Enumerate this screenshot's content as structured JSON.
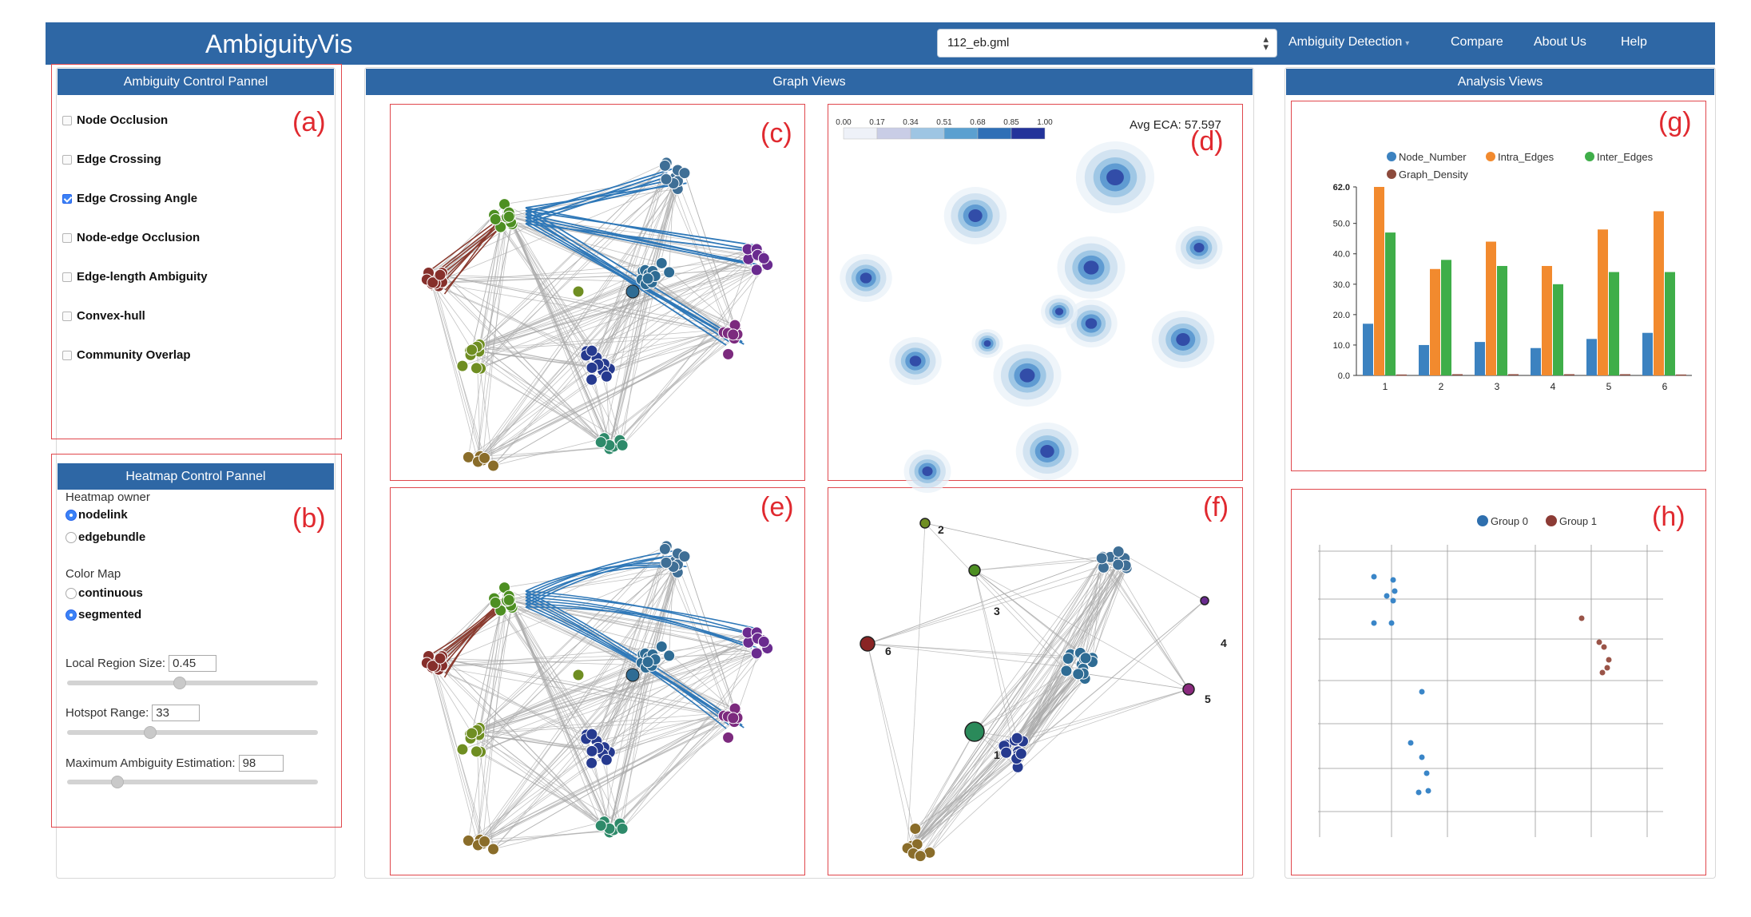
{
  "navbar": {
    "brand": "AmbiguityVis",
    "file_select": {
      "value": "112_eb.gml"
    },
    "menu": [
      {
        "label": "Ambiguity Detection",
        "has_dropdown": true
      },
      {
        "label": "Compare"
      },
      {
        "label": "About Us"
      },
      {
        "label": "Help"
      }
    ]
  },
  "ambiguity_panel": {
    "title": "Ambiguity Control Pannel",
    "tag": "(a)",
    "options": [
      {
        "label": "Node Occlusion",
        "checked": false
      },
      {
        "label": "Edge Crossing",
        "checked": false
      },
      {
        "label": "Edge Crossing Angle",
        "checked": true
      },
      {
        "label": "Node-edge Occlusion",
        "checked": false
      },
      {
        "label": "Edge-length Ambiguity",
        "checked": false
      },
      {
        "label": "Convex-hull",
        "checked": false
      },
      {
        "label": "Community Overlap",
        "checked": false
      }
    ]
  },
  "heatmap_panel": {
    "title": "Heatmap Control Pannel",
    "tag": "(b)",
    "owner_label": "Heatmap owner",
    "owner_options": [
      {
        "label": "nodelink",
        "selected": true
      },
      {
        "label": "edgebundle",
        "selected": false
      }
    ],
    "colormap_label": "Color Map",
    "colormap_options": [
      {
        "label": "continuous",
        "selected": false
      },
      {
        "label": "segmented",
        "selected": true
      }
    ],
    "local_region": {
      "label": "Local Region Size:",
      "value": "0.45",
      "slider": 0.45
    },
    "hotspot": {
      "label": "Hotspot Range:",
      "value": "33",
      "slider": 0.33
    },
    "max_ambiguity": {
      "label": "Maximum Ambiguity Estimation:",
      "value": "98",
      "slider": 0.2
    }
  },
  "graph_views": {
    "title": "Graph Views",
    "tags": {
      "c": "(c)",
      "d": "(d)",
      "e": "(e)",
      "f": "(f)"
    },
    "heatmap": {
      "avg_label": "Avg ECA: 57.597",
      "legend_ticks": [
        "0.00",
        "0.17",
        "0.34",
        "0.51",
        "0.68",
        "0.85",
        "1.00"
      ],
      "legend_colors": [
        "#ffffff",
        "#eef1f8",
        "#c9cde6",
        "#9ec5e3",
        "#5ba0d0",
        "#2f6fb6",
        "#23339a"
      ]
    },
    "summary_labels": [
      "1",
      "2",
      "3",
      "4",
      "5",
      "6"
    ]
  },
  "analysis_views": {
    "title": "Analysis Views",
    "tags": {
      "g": "(g)",
      "h": "(h)"
    },
    "scatter_legend": [
      {
        "label": "Group 0",
        "color": "#2e6fae"
      },
      {
        "label": "Group 1",
        "color": "#8c3b35"
      }
    ]
  },
  "chart_data": {
    "type": "bar",
    "categories": [
      "1",
      "2",
      "3",
      "4",
      "5",
      "6"
    ],
    "series": [
      {
        "name": "Node_Number",
        "color": "#3c82c0",
        "values": [
          17,
          10,
          11,
          9,
          12,
          14
        ]
      },
      {
        "name": "Intra_Edges",
        "color": "#f28a2e",
        "values": [
          62,
          35,
          44,
          36,
          48,
          54
        ]
      },
      {
        "name": "Inter_Edges",
        "color": "#3fae49",
        "values": [
          47,
          38,
          36,
          30,
          34,
          34
        ]
      },
      {
        "name": "Graph_Density",
        "color": "#8c4a3c",
        "values": [
          0.3,
          0.4,
          0.4,
          0.4,
          0.4,
          0.3
        ]
      }
    ],
    "yticks": [
      "0.0",
      "10.0",
      "20.0",
      "30.0",
      "40.0",
      "50.0",
      "62.0"
    ],
    "ylim": [
      0,
      62
    ],
    "legend_position": "top"
  }
}
